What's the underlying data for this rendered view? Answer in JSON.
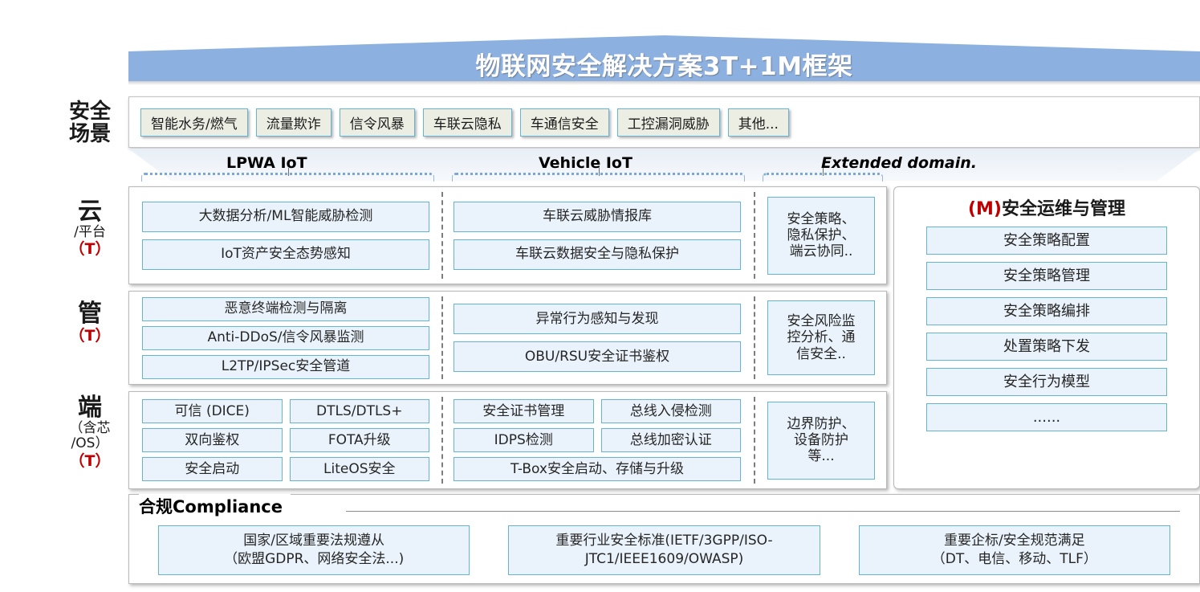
{
  "banner": {
    "title": "物联网安全解决方案3T+1M框架"
  },
  "axis": {
    "scene": {
      "line1": "安全",
      "line2": "场景"
    },
    "cloud": {
      "big": "云",
      "sub": "/平台",
      "tag": "（T）"
    },
    "pipe": {
      "big": "管",
      "tag": "（T）"
    },
    "terminal": {
      "big": "端",
      "sub1": "（含芯",
      "sub2": "/OS）",
      "tag": "（T）"
    }
  },
  "scenarios": [
    "智能水务/燃气",
    "流量欺诈",
    "信令风暴",
    "车联云隐私",
    "车通信安全",
    "工控漏洞威胁",
    "其他..."
  ],
  "domains": [
    {
      "label": "LPWA IoT",
      "italic": false
    },
    {
      "label": "Vehicle IoT",
      "italic": false
    },
    {
      "label": "Extended domain.",
      "italic": true
    }
  ],
  "layers": {
    "cloud": {
      "lpwa": [
        "大数据分析/ML智能威胁检测",
        "IoT资产安全态势感知"
      ],
      "vehicle": [
        "车联云威胁情报库",
        "车联云数据安全与隐私保护"
      ],
      "extended": "安全策略、\n隐私保护、\n端云协同.."
    },
    "pipe": {
      "lpwa": [
        "恶意终端检测与隔离",
        "Anti-DDoS/信令风暴监测",
        "L2TP/IPSec安全管道"
      ],
      "vehicle": [
        "异常行为感知与发现",
        "OBU/RSU安全证书鉴权"
      ],
      "extended": "安全风险监\n控分析、通\n信安全.."
    },
    "terminal": {
      "lpwa_rows": [
        [
          "可信 (DICE)",
          "DTLS/DTLS+"
        ],
        [
          "双向鉴权",
          "FOTA升级"
        ],
        [
          "安全启动",
          "LiteOS安全"
        ]
      ],
      "vehicle_rows": [
        [
          "安全证书管理",
          "总线入侵检测"
        ],
        [
          "IDPS检测",
          "总线加密认证"
        ]
      ],
      "vehicle_wide": "T-Box安全启动、存储与升级",
      "extended": "边界防护、\n设备防护\n等..."
    }
  },
  "management": {
    "prefix": "(M)",
    "title": "安全运维与管理",
    "items": [
      "安全策略配置",
      "安全策略管理",
      "安全策略编排",
      "处置策略下发",
      "安全行为模型",
      "......"
    ]
  },
  "compliance": {
    "title": "合规Compliance",
    "items": [
      "国家/区域重要法规遵从\n（欧盟GDPR、网络安全法...)",
      "重要行业安全标准(IETF/3GPP/ISO-\nJTC1/IEEE1609/OWASP)",
      "重要企标/安全规范满足\n（DT、电信、移动、TLF）"
    ]
  },
  "colors": {
    "banner_blue": "#8cb0e0",
    "cell_fill": "#eaf3fb",
    "cell_border": "#63b4d6",
    "scene_fill": "#edeee3",
    "accent_red": "#c00000"
  }
}
